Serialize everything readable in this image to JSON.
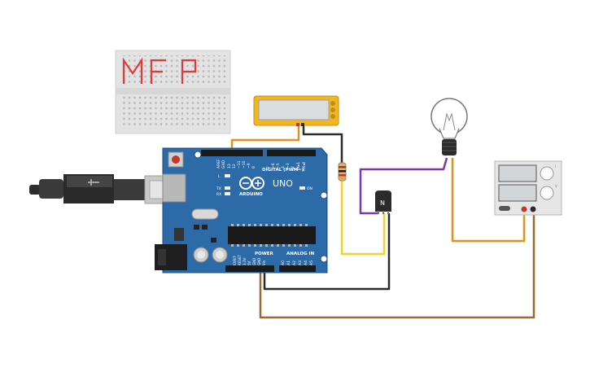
{
  "breadboard": {
    "text": "MFP",
    "color": "#e23a3a"
  },
  "arduino": {
    "brand": "ARDUINO",
    "model": "UNO",
    "digital_label": "DIGITAL (PWM~)",
    "power_label": "POWER",
    "analog_label": "ANALOG IN",
    "on_label": "ON",
    "l_label": "L",
    "tx_label": "TX",
    "rx_label": "RX",
    "aref_label": "AREF",
    "gnd_label": "GND",
    "digital_pins": [
      "13",
      "12",
      "~11",
      "~10",
      "~9",
      "8",
      "7",
      "~6",
      "~5",
      "4",
      "~3",
      "2",
      "TX▸1",
      "RX◂0"
    ],
    "power_pins": [
      "IOREF",
      "RESET",
      "3.3V",
      "5V",
      "GND",
      "GND",
      "Vin"
    ],
    "analog_pins": [
      "A0",
      "A1",
      "A2",
      "A3",
      "A4",
      "A5"
    ],
    "board_color": "#2c6aa8"
  },
  "transistor": {
    "label": "N"
  },
  "power_supply": {
    "knob_labels": [
      "I",
      "V"
    ]
  },
  "wire_colors": {
    "orange": "#e8901c",
    "black": "#2b2b2b",
    "yellow": "#f2d22e",
    "purple": "#7b3aa8",
    "brown": "#a0682e"
  }
}
